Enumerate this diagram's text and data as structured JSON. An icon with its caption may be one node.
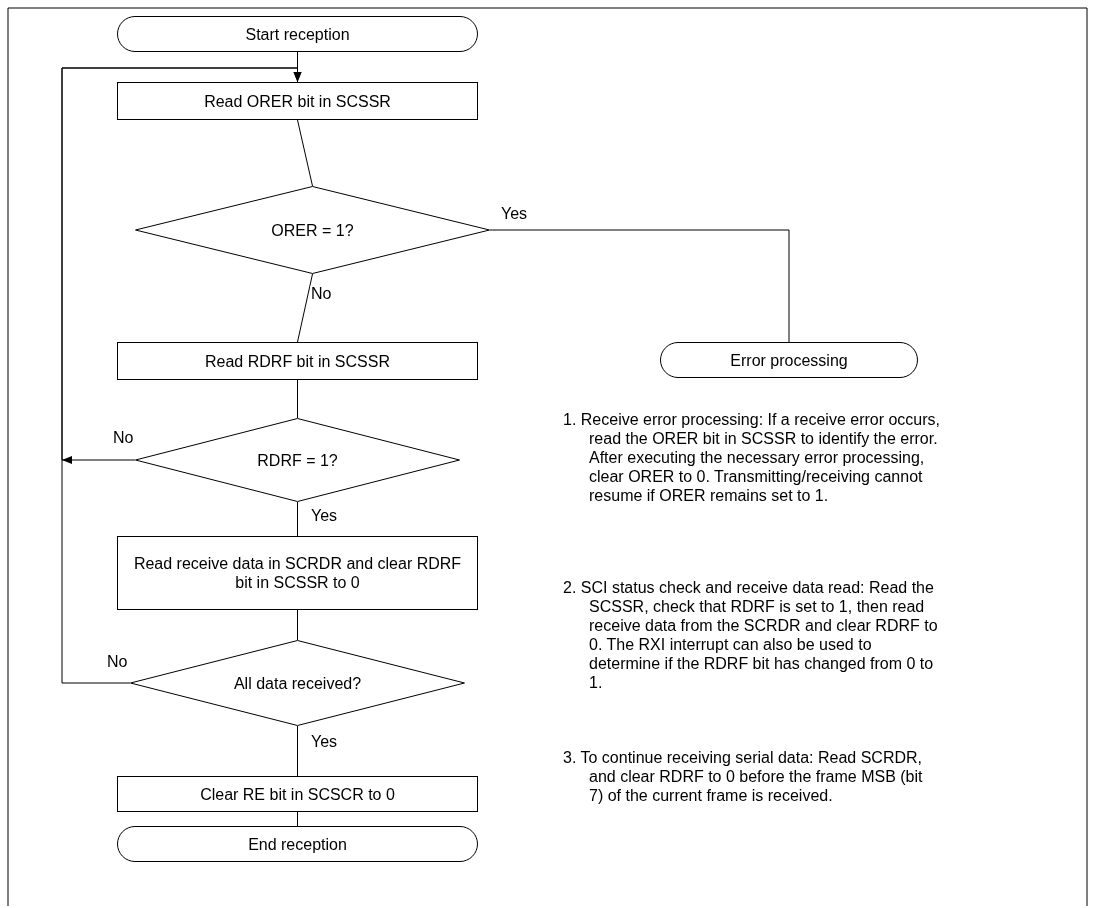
{
  "diagram": {
    "nodes": [
      {
        "text": [
          "Start reception"
        ]
      },
      {
        "text": [
          "Read ORER bit in SCSSR"
        ]
      },
      {
        "text": [
          "ORER = 1?"
        ]
      },
      {
        "text": [
          "Error processing"
        ]
      },
      {
        "text": [
          "Read RDRF bit in SCSSR"
        ]
      },
      {
        "text": [
          "RDRF = 1?"
        ]
      },
      {
        "text": [
          "Read receive data in SCRDR and clear RDRF bit in SCSSR to 0"
        ]
      },
      {
        "text": [
          "All data received?"
        ]
      },
      {
        "text": [
          "Clear RE bit in SCSCR to 0"
        ]
      },
      {
        "text": [
          "End reception"
        ]
      }
    ],
    "edges": [
      {
        "from": 0,
        "to": 1,
        "arrow": "none"
      },
      {
        "from": 1,
        "to": 2,
        "arrow": "none"
      },
      {
        "from": 2,
        "to": 3,
        "label": "Yes",
        "arrow": "none"
      },
      {
        "from": 2,
        "to": 4,
        "label": "No",
        "arrow": "none"
      },
      {
        "from": 4,
        "to": 5,
        "arrow": "none"
      },
      {
        "from": 5,
        "to": 1,
        "label": "No",
        "arrow": "to"
      },
      {
        "from": 5,
        "to": 6,
        "label": "Yes",
        "arrow": "none"
      },
      {
        "from": 6,
        "to": 7,
        "arrow": "none"
      },
      {
        "from": 7,
        "to": 1,
        "label": "No",
        "arrow": "to"
      },
      {
        "from": 7,
        "to": 8,
        "label": "Yes",
        "arrow": "none"
      },
      {
        "from": 8,
        "to": 9,
        "arrow": "none"
      }
    ],
    "labels": [
      "1. Receive error processing: If a receive error occurs, read the ORER bit in SCSSR to identify the error. After executing the necessary error processing, clear ORER to 0. Transmitting/receiving cannot resume if ORER remains set to 1.",
      "2. SCI status check and receive data read: Read the SCSSR, check that RDRF is set to 1, then read receive data from the SCRDR and clear RDRF to 0. The RXI interrupt can also be used to determine if the RDRF bit has changed from 0 to 1.",
      "3. To continue receiving serial data: Read SCRDR, and clear RDRF to 0 before the frame MSB (bit 7) of the current frame is received."
    ]
  }
}
